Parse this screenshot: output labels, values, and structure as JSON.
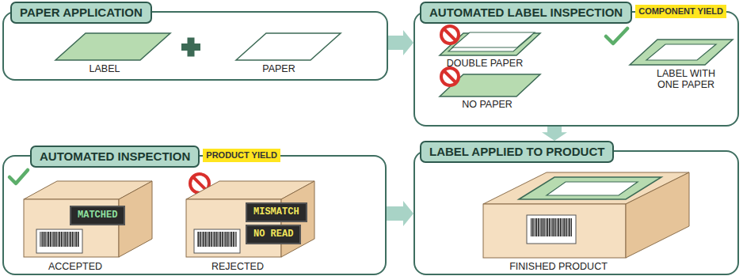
{
  "diagram": {
    "nodes": [
      {
        "text": [
          "PAPER APPLICATION"
        ]
      },
      {
        "text": [
          "AUTOMATED LABEL INSPECTION"
        ]
      },
      {
        "text": [
          "COMPONENT YIELD"
        ],
        "in": 1
      },
      {
        "text": [
          "AUTOMATED INSPECTION"
        ]
      },
      {
        "text": [
          "PRODUCT YIELD"
        ],
        "in": 3
      },
      {
        "text": [
          "MATCHED"
        ],
        "in": 3
      },
      {
        "text": [
          "MISMATCH"
        ],
        "in": 3
      },
      {
        "text": [
          "NO READ"
        ],
        "in": 3
      },
      {
        "text": [
          "LABEL APPLIED TO PRODUCT"
        ]
      }
    ],
    "edges": [
      {
        "from": 0,
        "to": 1,
        "arrow": "to"
      },
      {
        "from": 1,
        "to": 8,
        "arrow": "to"
      },
      {
        "from": 3,
        "to": 8,
        "arrow": "to"
      }
    ],
    "labels": [
      "LABEL",
      "PAPER",
      "DOUBLE PAPER",
      "NO PAPER",
      "LABEL WITH ONE PAPER",
      "ACCEPTED",
      "REJECTED",
      "FINISHED PRODUCT"
    ]
  }
}
